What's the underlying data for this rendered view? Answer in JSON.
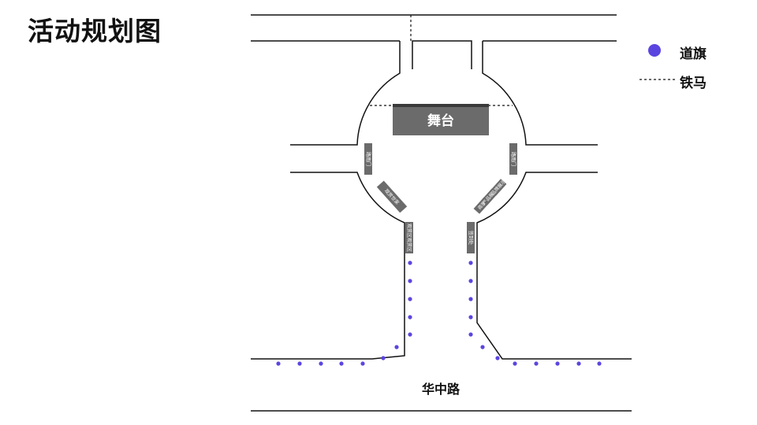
{
  "title": "活动规划图",
  "legend": {
    "flag_label": "道旗",
    "fence_label": "铁马"
  },
  "stage_label": "舞台",
  "road_label": "华中路",
  "booths": [
    "路南门",
    "路南门",
    "观赏世家",
    "商家",
    "产品展示",
    "品牌展示",
    "观赏区观赏区",
    "签到处"
  ],
  "colors": {
    "flag": "#5b45e0",
    "booth": "#6b6b6b",
    "stage": "#6b6b6b",
    "stage_edge": "#3a3a3a",
    "line": "#111111"
  }
}
